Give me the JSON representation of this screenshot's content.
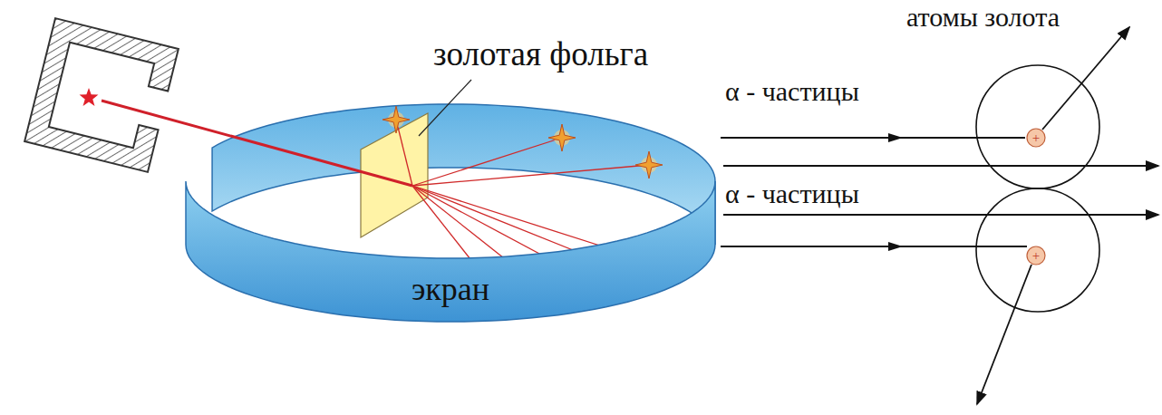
{
  "diagram": {
    "labels": [
      "золотая фольга",
      "атомы золота",
      "α - частицы",
      "+",
      "α - частицы",
      "+",
      "экран"
    ]
  }
}
